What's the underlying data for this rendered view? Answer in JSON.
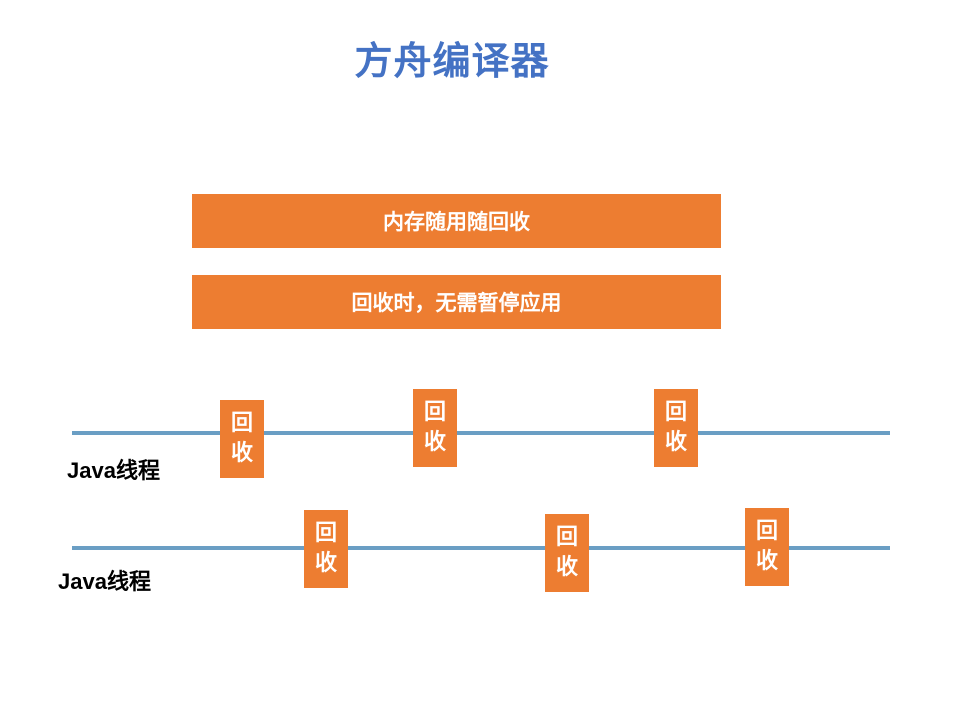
{
  "title": "方舟编译器",
  "features": [
    "内存随用随回收",
    "回收时，无需暂停应用"
  ],
  "threads": [
    {
      "label": "Java线程"
    },
    {
      "label": "Java线程"
    }
  ],
  "gc_box": {
    "line1": "回",
    "line2": "收"
  },
  "colors": {
    "title": "#4472c4",
    "orange": "#ed7d31",
    "thread_line": "#6a9ec4"
  }
}
